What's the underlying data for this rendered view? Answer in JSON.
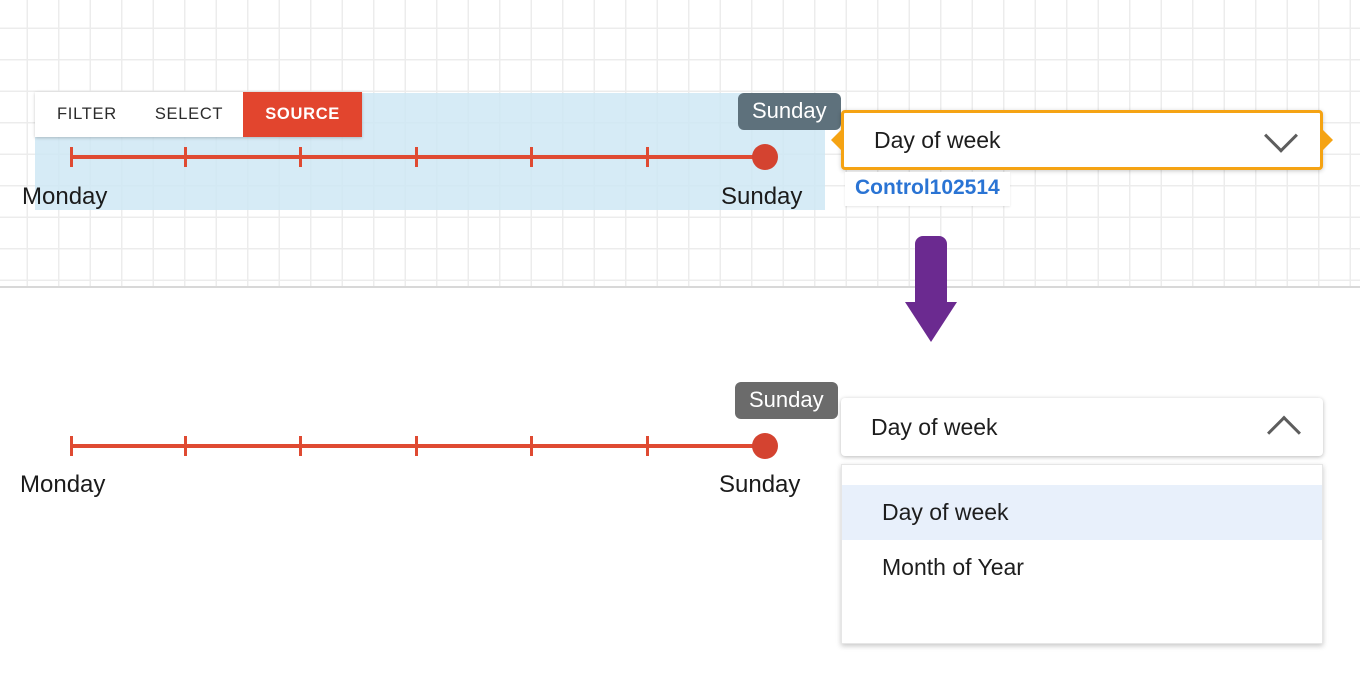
{
  "top_panel": {
    "toolbar": {
      "items": [
        {
          "label": "FILTER",
          "active": false
        },
        {
          "label": "SELECT",
          "active": false
        },
        {
          "label": "SOURCE",
          "active": true
        }
      ]
    },
    "slider": {
      "start_label": "Monday",
      "end_label": "Sunday",
      "value_tooltip": "Sunday",
      "tick_count": 7,
      "value_index": 6
    },
    "dropdown": {
      "value": "Day of week",
      "chevron": "chevron-down-icon",
      "control_id": "Control102514",
      "highlight_color": "#f5a313"
    }
  },
  "arrow": {
    "name": "down-arrow-annotation",
    "color": "#6b2a90"
  },
  "bottom_panel": {
    "slider": {
      "start_label": "Monday",
      "end_label": "Sunday",
      "value_tooltip": "Sunday",
      "tick_count": 7,
      "value_index": 6
    },
    "dropdown": {
      "value": "Day of week",
      "chevron": "chevron-up-icon",
      "expanded": true,
      "options": [
        {
          "label": "Day of week",
          "selected": true
        },
        {
          "label": "Month of Year",
          "selected": false
        }
      ]
    }
  },
  "colors": {
    "slider_red": "#df4a32",
    "source_red": "#e2452e",
    "tooltip_gray": "#6b6b6b",
    "control_blue": "#2a74d4",
    "selection_blue": "#cfe8f5",
    "option_highlight": "#e8f0fb"
  }
}
